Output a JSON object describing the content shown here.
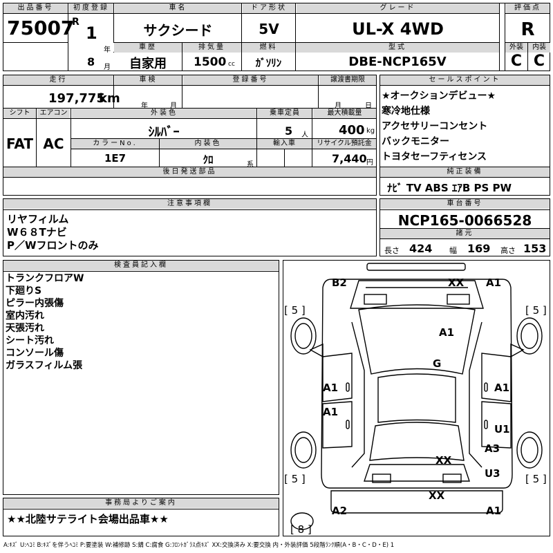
{
  "header": {
    "lot_label": "出品番号",
    "lot_no": "75007",
    "first_reg_label": "初度登録",
    "era": "R",
    "year_num": "1",
    "year_unit": "年",
    "month_num": "8",
    "month_unit": "月",
    "car_name_label": "車名",
    "car_name": "サクシード",
    "door_label": "ドア形状",
    "door": "5V",
    "grade_label": "グレード",
    "grade": "UL-X 4WD",
    "score_label": "評価点",
    "score": "R",
    "history_label": "車歴",
    "history": "自家用",
    "displacement_label": "排気量",
    "displacement": "1500",
    "displacement_unit": "cc",
    "fuel_label": "燃料",
    "fuel": "ｶﾞｿﾘﾝ",
    "model_label": "型式",
    "model": "DBE-NCP165V",
    "ext_label": "外装",
    "ext_score": "C",
    "int_label": "内装",
    "int_score": "C"
  },
  "row2": {
    "mileage_label": "走行",
    "mileage": "197,775",
    "mileage_unit": "km",
    "inspection_label": "車検",
    "year_unit": "年",
    "month_unit": "月",
    "plate_label": "登録番号",
    "transfer_label": "譲渡書期限",
    "t_month": "月",
    "t_day": "日",
    "shift_label": "シフト",
    "shift": "FAT",
    "ac_label": "エアコン",
    "ac": "AC",
    "color_label": "外装色",
    "color": "ｼﾙﾊﾞｰ",
    "capacity_label": "乗車定員",
    "capacity": "5",
    "capacity_unit": "人",
    "load_label": "最大積載量",
    "load": "400",
    "load_unit": "kg",
    "color_no_label": "カラーNo.",
    "color_no": "1E7",
    "interior_label": "内装色",
    "interior": "ｸﾛ",
    "interior_unit": "系",
    "import_label": "輸入車",
    "recycle_label": "リサイクル預託金",
    "recycle": "7,440",
    "recycle_unit": "円",
    "later_label": "後日発送部品"
  },
  "sales_points": {
    "label": "セールスポイント",
    "items": [
      "★オークションデビュー★",
      "寒冷地仕様",
      "アクセサリーコンセント",
      "バックモニター",
      "トヨタセーフティセンス"
    ]
  },
  "equipment": {
    "label": "純正装備",
    "value": "ﾅﾋﾞ TV ABS ｴｱB PS PW"
  },
  "notes": {
    "label": "注意事項欄",
    "items": [
      "リヤフィルム",
      "W６８Tナビ",
      "P／Wフロントのみ"
    ]
  },
  "chassis": {
    "label": "車台番号",
    "value": "NCP165-0066528",
    "spec_label": "諸元",
    "length_label": "長さ",
    "length": "424",
    "width_label": "幅",
    "width": "169",
    "height_label": "高さ",
    "height": "153"
  },
  "inspector": {
    "label": "検査員記入欄",
    "items": [
      "トランクフロアW",
      "下廻りS",
      "ピラー内張傷",
      "室内汚れ",
      "天張汚れ",
      "シート汚れ",
      "コンソール傷",
      "ガラスフィルム張"
    ]
  },
  "diagram": {
    "marks": {
      "b2": "B2",
      "a1_tr": "A1",
      "a1_hood": "A1",
      "g": "G",
      "a1_ld": "A1",
      "a1_rd": "A1",
      "a1_lr": "A1",
      "u1": "U1",
      "a3": "A3",
      "u3": "U3",
      "xx_c": "XX",
      "xx_b": "XX",
      "a2": "A2",
      "a1_br": "A1"
    },
    "tire_tl": "[ 5 ]",
    "tire_tr": "[ 5 ]",
    "tire_bl": "[ 5 ]",
    "tire_br": "[ 5 ]",
    "spare": "[ 8 ]"
  },
  "office": {
    "label": "事務局よりご案内",
    "value": "★★北陸サテライト会場出品車★★"
  },
  "legend": "A:ｷｽﾞ U:ﾍｺﾐ B:ｷｽﾞを伴うﾍｺﾐ P:要塗装 W:補修跡 S:錆 C:腐食 G:ﾌﾛﾝﾄｶﾞﾗｽ点ｷｽﾞ XX:交換済み X:要交換  内・外装評価  5段階ﾗﾝｸ順(A・B・C・D・E) 1"
}
